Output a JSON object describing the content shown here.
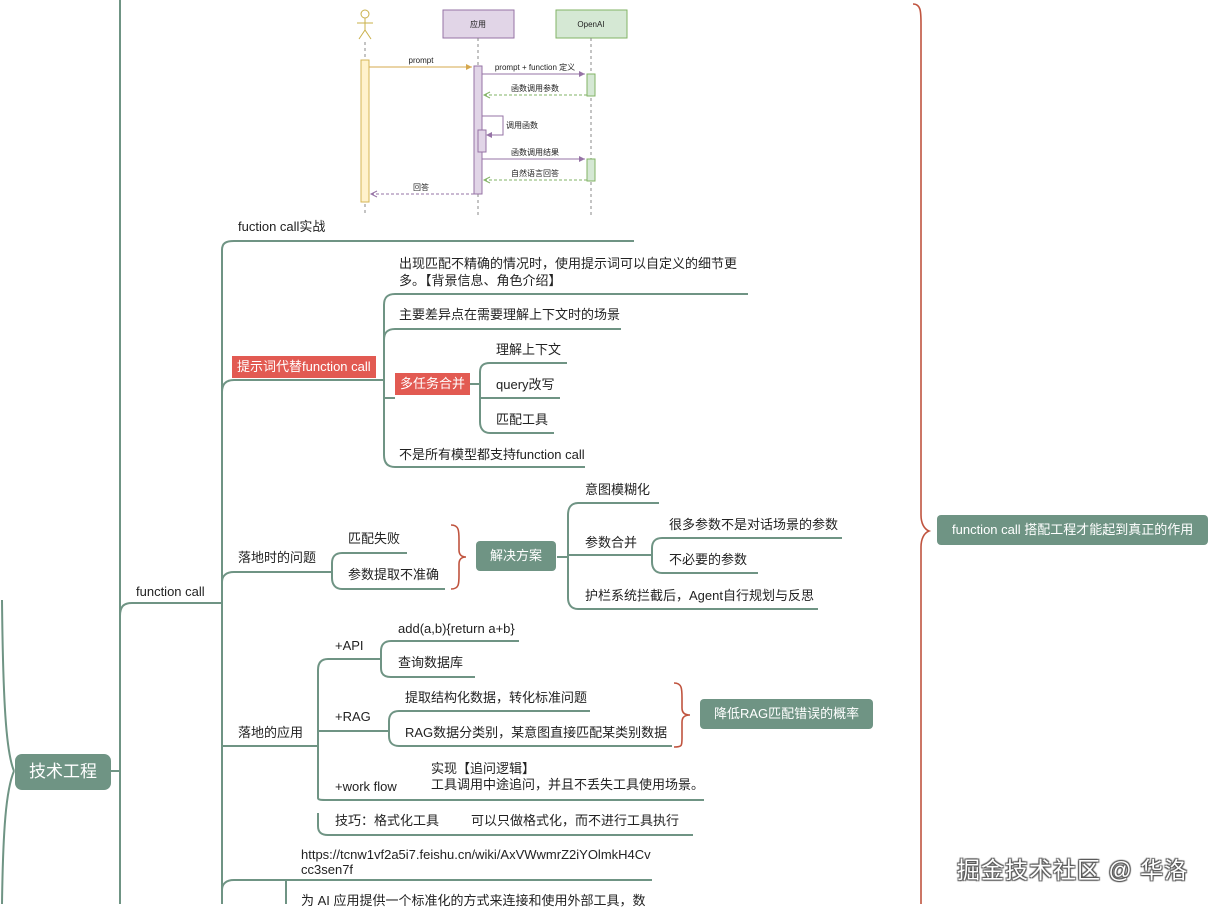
{
  "sequence": {
    "actor_app": "应用",
    "actor_openai": "OpenAI",
    "messages": {
      "prompt": "prompt",
      "prompt_function": "prompt + function 定义",
      "call_params": "函数调用参数",
      "call_function": "调用函数",
      "call_result": "函数调用结果",
      "nl_answer": "自然语言回答",
      "reply": "回答"
    }
  },
  "mindmap": {
    "root": "技术工程",
    "function_call": "function call",
    "practice": "fuction call实战",
    "prompt_replace": {
      "label": "提示词代替function call",
      "items": [
        "出现匹配不精确的情况时，使用提示词可以自定义的细节更多。【背景信息、角色介绍】",
        "主要差异点在需要理解上下文时的场景",
        "不是所有模型都支持function call"
      ],
      "merge": {
        "label": "多任务合并",
        "items": [
          "理解上下文",
          "query改写",
          "匹配工具"
        ]
      }
    },
    "landing_issues": {
      "label": "落地时的问题",
      "items": [
        "匹配失败",
        "参数提取不准确"
      ],
      "solution": {
        "label": "解决方案",
        "items": [
          "意图模糊化",
          "参数合并",
          "护栏系统拦截后，Agent自行规划与反思"
        ],
        "param_merge": [
          "很多参数不是对话场景的参数",
          "不必要的参数"
        ]
      }
    },
    "landing_apps": {
      "label": "落地的应用",
      "api": {
        "label": "+API",
        "items": [
          "add(a,b){return a+b}",
          "查询数据库"
        ]
      },
      "rag": {
        "label": "+RAG",
        "items": [
          "提取结构化数据，转化标准问题",
          "RAG数据分类别，某意图直接匹配某类别数据"
        ],
        "summary": "降低RAG匹配错误的概率"
      },
      "workflow": {
        "label": "+work flow",
        "line1": "实现【追问逻辑】",
        "line2": "工具调用中途追问，并且不丢失工具使用场景。"
      },
      "tip": {
        "label": "技巧：格式化工具",
        "detail": "可以只做格式化，而不进行工具执行"
      }
    },
    "link": "https://tcnw1vf2a5i7.feishu.cn/wiki/AxVWwmrZ2iYOlmkH4Cvcc3sen7f",
    "link_line1": "https://tcnw1vf2a5i7.feishu.cn/wiki/AxVWwmrZ2iYOlmkH4Cv",
    "link_line2": "cc3sen7f",
    "bottom_text": "为 AI 应用提供一个标准化的方式来连接和使用外部工具，数",
    "summary": "function call 搭配工程才能起到真正的作用"
  },
  "watermark": "掘金技术社区 @ 华洛",
  "colors": {
    "branch": "#6f9484",
    "accent_red": "#e25a52",
    "brace": "#c0543f"
  }
}
